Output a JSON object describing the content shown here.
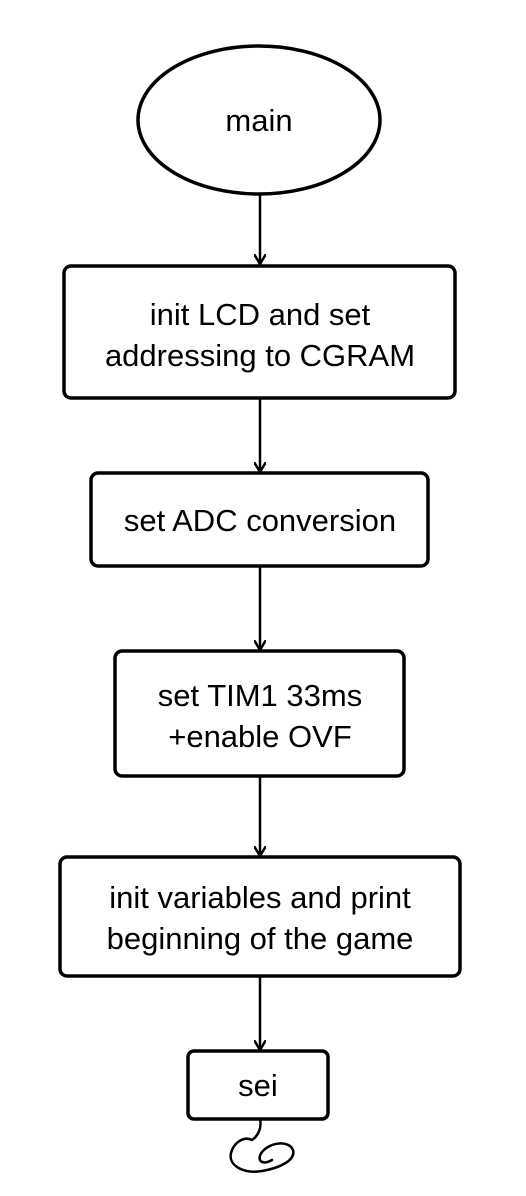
{
  "diagram": {
    "type": "flowchart",
    "nodes": [
      {
        "id": "main",
        "shape": "ellipse",
        "lines": [
          "main"
        ]
      },
      {
        "id": "init-lcd",
        "shape": "rect",
        "lines": [
          "init LCD and set",
          "addressing to CGRAM"
        ]
      },
      {
        "id": "adc",
        "shape": "rect",
        "lines": [
          "set ADC conversion"
        ]
      },
      {
        "id": "tim1",
        "shape": "rect",
        "lines": [
          "set TIM1 33ms",
          "+enable OVF"
        ]
      },
      {
        "id": "init-vars",
        "shape": "rect",
        "lines": [
          "init variables and print",
          "beginning of the game"
        ]
      },
      {
        "id": "sei",
        "shape": "rect",
        "lines": [
          "sei"
        ]
      }
    ],
    "edges": [
      {
        "from": "main",
        "to": "init-lcd"
      },
      {
        "from": "init-lcd",
        "to": "adc"
      },
      {
        "from": "adc",
        "to": "tim1"
      },
      {
        "from": "tim1",
        "to": "init-vars"
      },
      {
        "from": "init-vars",
        "to": "sei"
      }
    ],
    "terminator": {
      "from": "sei",
      "shape": "hand-drawn-loop"
    },
    "colors": {
      "stroke": "#000000",
      "fill": "#ffffff",
      "text": "#000000"
    }
  }
}
